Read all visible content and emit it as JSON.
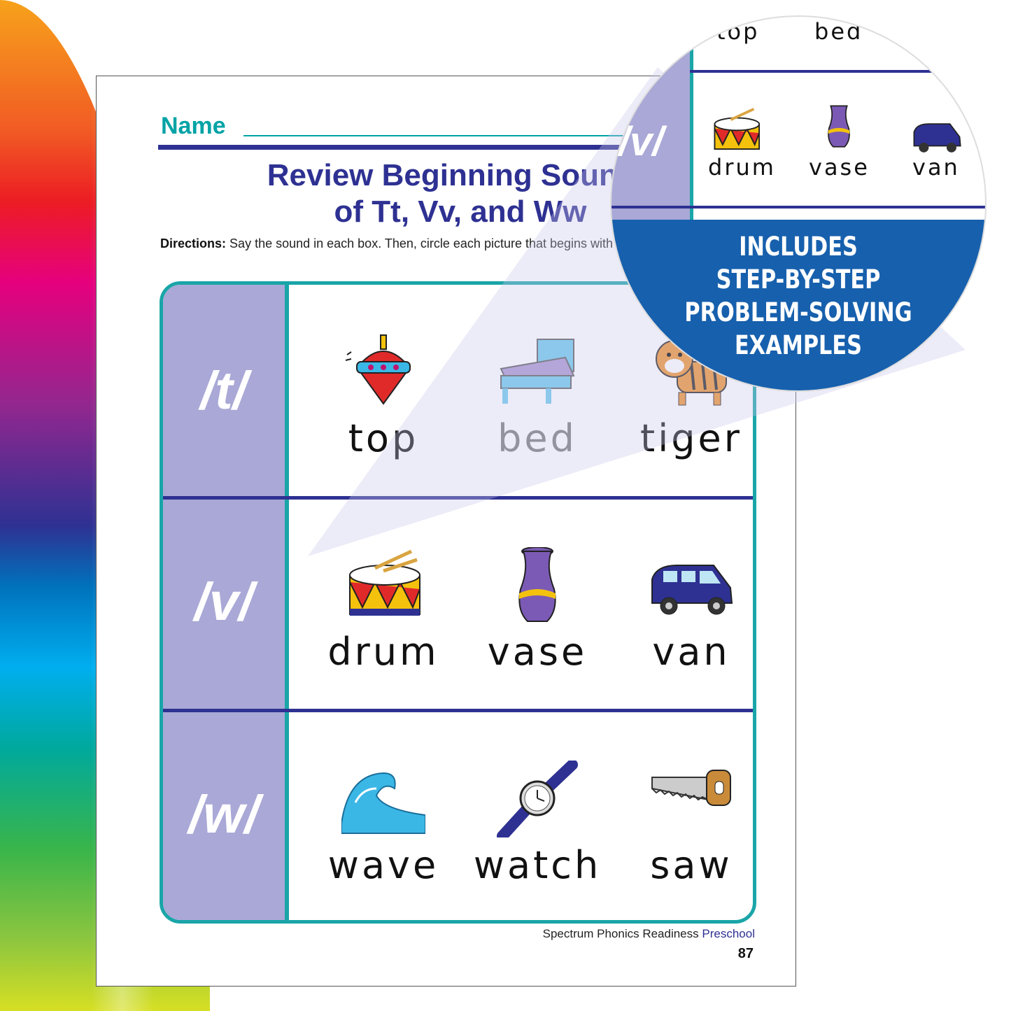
{
  "page": {
    "name_label": "Name",
    "title_line1": "Review Beginning Sounds",
    "title_line2": "of Tt, Vv, and Ww",
    "directions_bold": "Directions:",
    "directions_text": "Say the sound in each box. Then, circle each picture that begins with that sound.",
    "footer_book": "Spectrum Phonics Readiness",
    "footer_level": "Preschool",
    "page_number": "87"
  },
  "rows": [
    {
      "sound": "/t/",
      "items": [
        {
          "word": "top",
          "icon": "spinning-top-icon"
        },
        {
          "word": "bed",
          "icon": "bed-icon"
        },
        {
          "word": "tiger",
          "icon": "tiger-icon"
        }
      ]
    },
    {
      "sound": "/v/",
      "items": [
        {
          "word": "drum",
          "icon": "drum-icon"
        },
        {
          "word": "vase",
          "icon": "vase-icon"
        },
        {
          "word": "van",
          "icon": "van-icon"
        }
      ]
    },
    {
      "sound": "/w/",
      "items": [
        {
          "word": "wave",
          "icon": "wave-icon"
        },
        {
          "word": "watch",
          "icon": "watch-icon"
        },
        {
          "word": "saw",
          "icon": "saw-icon"
        }
      ]
    }
  ],
  "zoom": {
    "top_words": [
      "top",
      "bed"
    ],
    "sound": "/v/",
    "words": [
      "drum",
      "vase",
      "van"
    ],
    "callout_lines": [
      "INCLUDES",
      "STEP-BY-STEP",
      "PROBLEM-SOLVING",
      "EXAMPLES"
    ]
  },
  "colors": {
    "accent": "#2e3192",
    "teal": "#1aa5a8",
    "label_bg": "#a9a8d6",
    "callout_bg": "#1760ad"
  }
}
